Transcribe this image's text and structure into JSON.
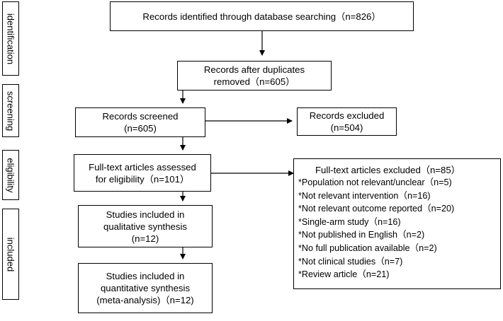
{
  "stages": [
    "identification",
    "screening",
    "eligibility",
    "included"
  ],
  "boxes": {
    "identified": [
      "Records identified through database searching（n=826）"
    ],
    "after_duplicates": [
      "Records after duplicates",
      "removed（n=605）"
    ],
    "screened": [
      "Records screened",
      "(n=605)"
    ],
    "excluded": [
      "Records excluded",
      "(n=504)"
    ],
    "fulltext_assessed": [
      "Full-text articles assessed",
      "for eligibility（n=101）"
    ],
    "qualitative": [
      "Studies included in",
      "qualitative synthesis",
      "(n=12)"
    ],
    "quantitative": [
      "Studies included in",
      "quantitative synthesis",
      "(meta-analysis)（n=12)"
    ]
  },
  "fulltext_excluded": {
    "title": "Full-text articles excluded（n=85）",
    "items": [
      "*Population not relevant/unclear（n=5)",
      "*Not relevant intervention（n=16)",
      "*Not relevant outcome reported（n=20)",
      "*Single-arm study（n=16)",
      "*Not published in English（n=2)",
      "*No full publication available（n=2)",
      "*Not clinical studies（n=7)",
      "*Review article（n=21)"
    ]
  }
}
